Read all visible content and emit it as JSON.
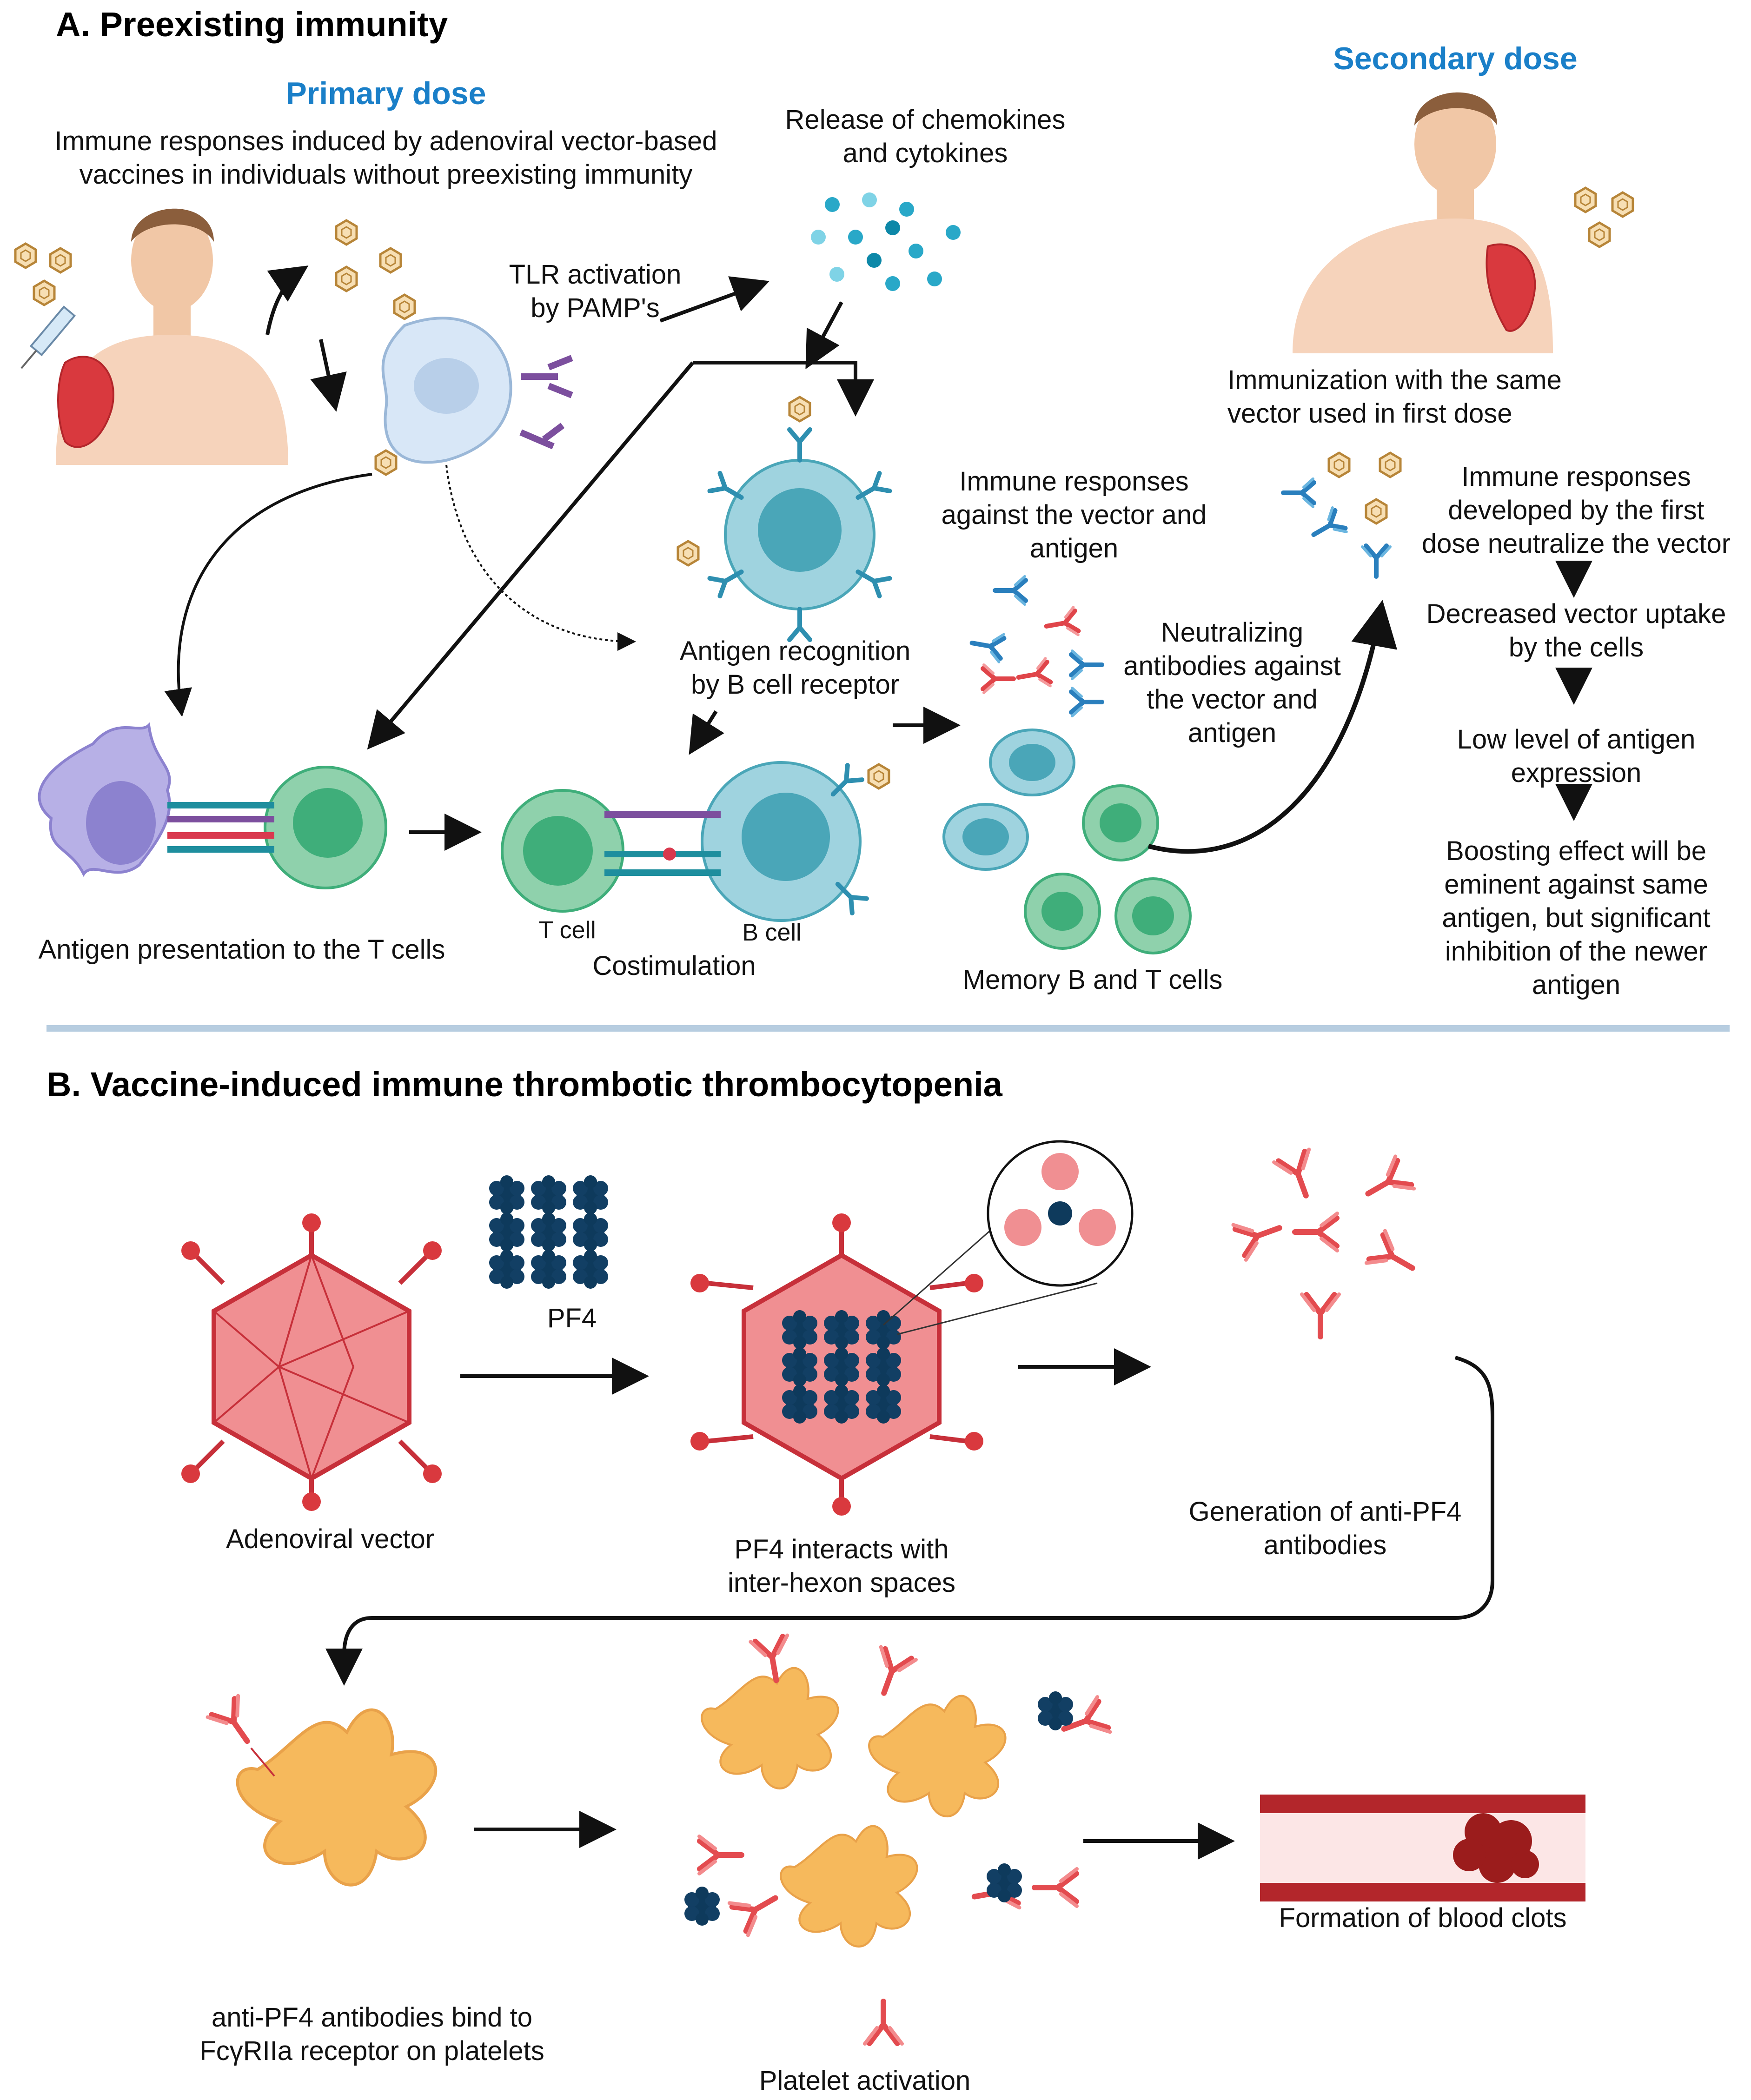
{
  "section_a": {
    "title": "A. Preexisting immunity",
    "primary_dose": {
      "heading": "Primary dose",
      "description": "Immune responses induced by adenoviral vector-based\nvaccines in individuals without preexisting immunity"
    },
    "release_label": "Release of chemokines\nand cytokines",
    "tlr_label": "TLR activation\nby PAMP's",
    "antigen_recognition_label": "Antigen recognition\nby B cell receptor",
    "immune_responses_label": "Immune responses\nagainst the vector and\nantigen",
    "neutralizing_label": "Neutralizing\nantibodies against\nthe vector and\nantigen",
    "antigen_presentation_label": "Antigen presentation to the T cells",
    "t_cell_label": "T cell",
    "b_cell_label": "B cell",
    "costimulation_label": "Costimulation",
    "memory_label": "Memory B and T cells",
    "secondary_dose": {
      "heading": "Secondary dose",
      "immunization_label": "Immunization with the same\nvector used in first dose",
      "steps": [
        "Immune responses\ndeveloped by the first\ndose neutralize the vector",
        "Decreased vector uptake\nby the cells",
        "Low level of antigen\nexpression",
        "Boosting effect will be\neminent against same\nantigen, but significant\ninhibition of the newer\nantigen"
      ]
    }
  },
  "section_b": {
    "title": "B. Vaccine-induced immune thrombotic thrombocytopenia",
    "adenoviral_label": "Adenoviral vector",
    "pf4_label": "PF4",
    "pf4_interacts_label": "PF4 interacts with\ninter-hexon spaces",
    "generation_label": "Generation of anti-PF4\nantibodies",
    "bind_label": "anti-PF4 antibodies bind to\nFcγRIIa receptor on platelets",
    "platelet_activation_label": "Platelet activation",
    "clots_label": "Formation of blood clots"
  },
  "colors": {
    "heading_blue": "#1a7fc8",
    "vector_red": "#d9393e",
    "pf4_navy": "#0e3a5c",
    "platelet_orange": "#f6b95c",
    "t_cell_green": "#3fae7a",
    "b_cell_teal": "#4aa6b8",
    "dendritic_purple": "#9c93d6",
    "separator": "#b7cde0"
  },
  "icons": [
    "person-icon",
    "adenovirus-icon",
    "syringe-icon",
    "macrophage-icon",
    "cytokine-dots-icon",
    "b-cell-icon",
    "t-cell-icon",
    "dendritic-cell-icon",
    "antibody-icon",
    "platelet-icon",
    "pf4-icon",
    "blood-vessel-icon",
    "clot-icon"
  ]
}
